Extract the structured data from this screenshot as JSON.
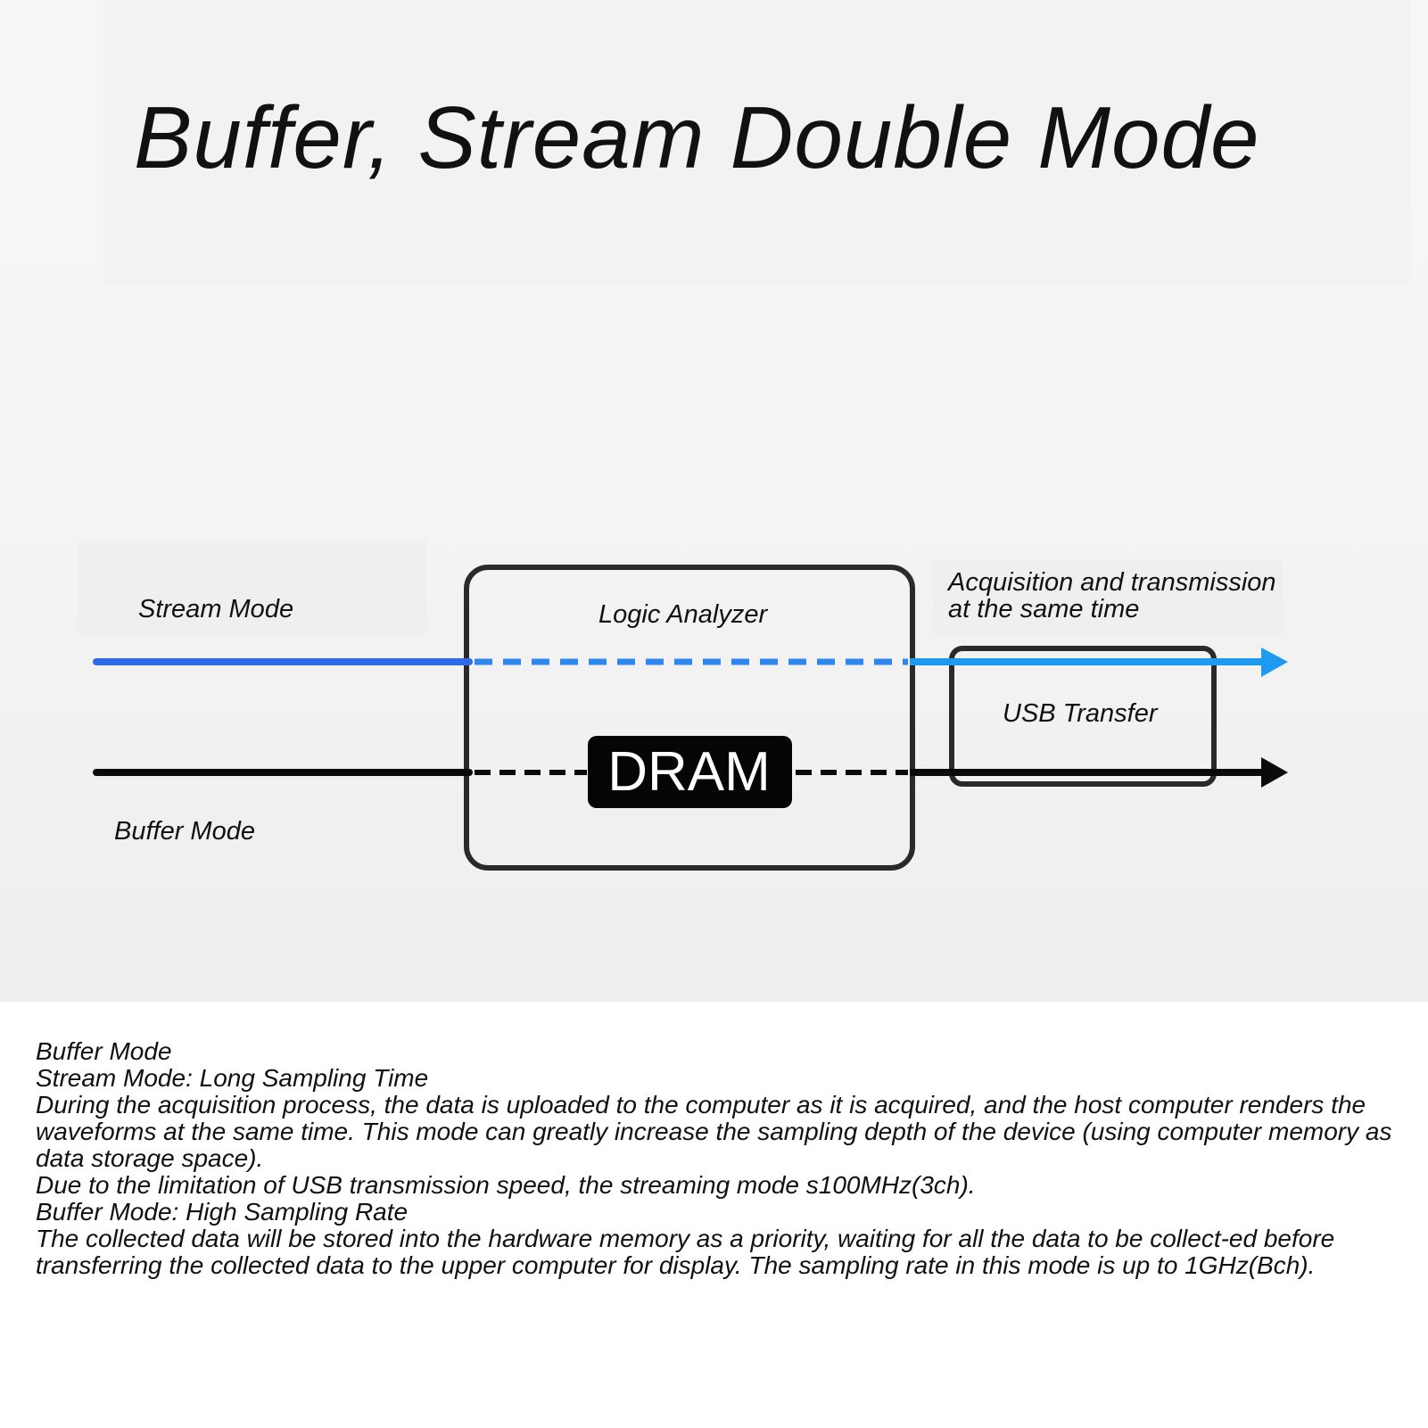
{
  "title": "Buffer, Stream Double Mode",
  "diagram": {
    "stream_mode": "Stream Mode",
    "buffer_mode": "Buffer Mode",
    "logic_analyzer": "Logic Analyzer",
    "dram": "DRAM",
    "acquisition_line1": "Acquisition and transmission",
    "acquisition_line2": "at the same time",
    "usb_transfer": "USB Transfer",
    "colors": {
      "stream_blue": "#2f6fe8",
      "stream_blue_light": "#1e9af0",
      "buffer_black": "#0a0a0a"
    }
  },
  "notes": [
    "Buffer Mode",
    "Stream Mode: Long Sampling Time",
    "During the acquisition process, the data is uploaded to the computer as it is acquired, and the host computer renders the waveforms at the same time. This mode can greatly increase the sampling depth of the device (using computer memory as data storage space).",
    "Due to the limitation of USB transmission speed, the streaming mode s100MHz(3ch).",
    "Buffer Mode: High Sampling Rate",
    "The collected data will be stored into the hardware memory as a priority, waiting for all the data to be collect-ed before transferring the collected data to the upper computer for display. The sampling rate in this mode is up to 1GHz(Bch)."
  ]
}
